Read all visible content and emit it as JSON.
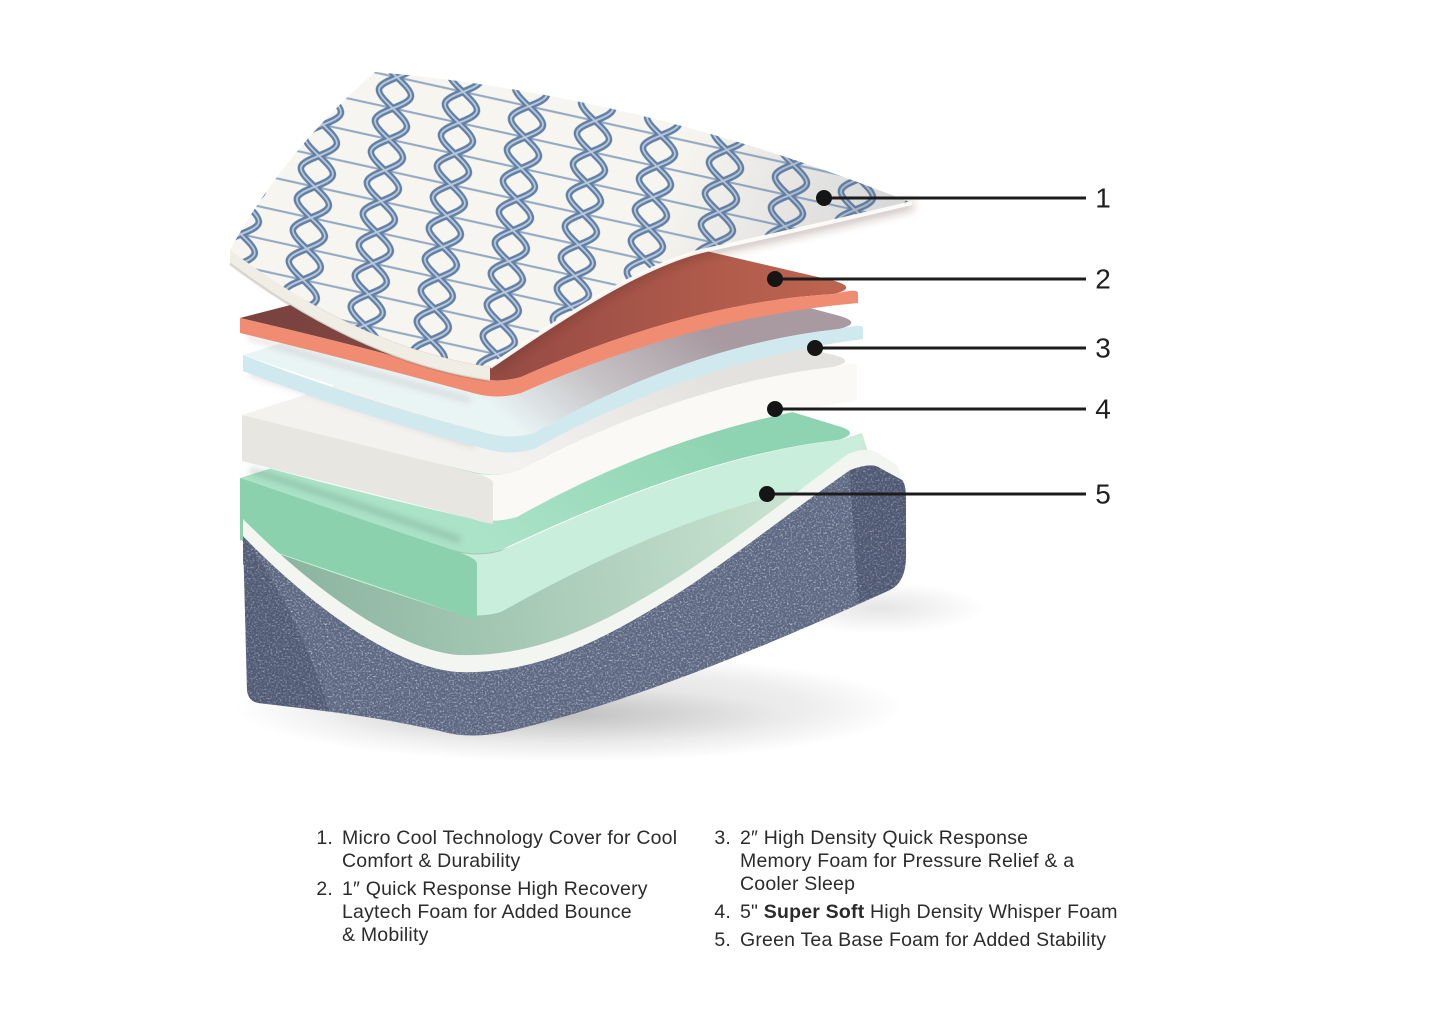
{
  "diagram": {
    "title": "Mattress layer cutaway diagram",
    "callouts": [
      {
        "number": "1",
        "layer": "Micro Cool Technology Cover"
      },
      {
        "number": "2",
        "layer": "Quick Response High Recovery Laytech Foam"
      },
      {
        "number": "3",
        "layer": "High Density Quick Response Memory Foam"
      },
      {
        "number": "4",
        "layer": "Super Soft High Density Whisper Foam"
      },
      {
        "number": "5",
        "layer": "Green Tea Base Foam"
      }
    ]
  },
  "legend": {
    "left": [
      {
        "number": "1.",
        "lines": [
          "Micro Cool Technology Cover for Cool",
          "Comfort & Durability"
        ]
      },
      {
        "number": "2.",
        "lines": [
          "1″ Quick Response High Recovery",
          "Laytech Foam for Added Bounce",
          "& Mobility"
        ]
      }
    ],
    "right": [
      {
        "number": "3.",
        "lines": [
          "2″ High Density Quick Response",
          "Memory Foam for Pressure Relief & a",
          "Cooler Sleep"
        ]
      },
      {
        "number": "4.",
        "prefix": "5\" ",
        "bold": "Super Soft",
        "suffix": " High Density Whisper Foam"
      },
      {
        "number": "5.",
        "lines": [
          "Green Tea Base Foam for Added Stability"
        ]
      }
    ]
  },
  "colors": {
    "background": "#ffffff",
    "cover_fabric": "#f7f5ef",
    "cover_pattern_blue": "#5f7fa6",
    "cover_side": "#f0ede5",
    "laytech_top": "#a05048",
    "laytech_edge": "#f08c72",
    "memory_top": "#e7f2f4",
    "memory_edge": "#cfe9ee",
    "whisper_top": "#f0efeb",
    "whisper_face": "#faf9f6",
    "green_tea_top": "#9edcbd",
    "green_tea_face": "#c9efdc",
    "base_denim": "#5c6781",
    "base_liner": "#f2f5f0",
    "scoop_shadow": "#9cc0ac",
    "callout": "#1c1c1c",
    "text": "#2b2b2b"
  }
}
